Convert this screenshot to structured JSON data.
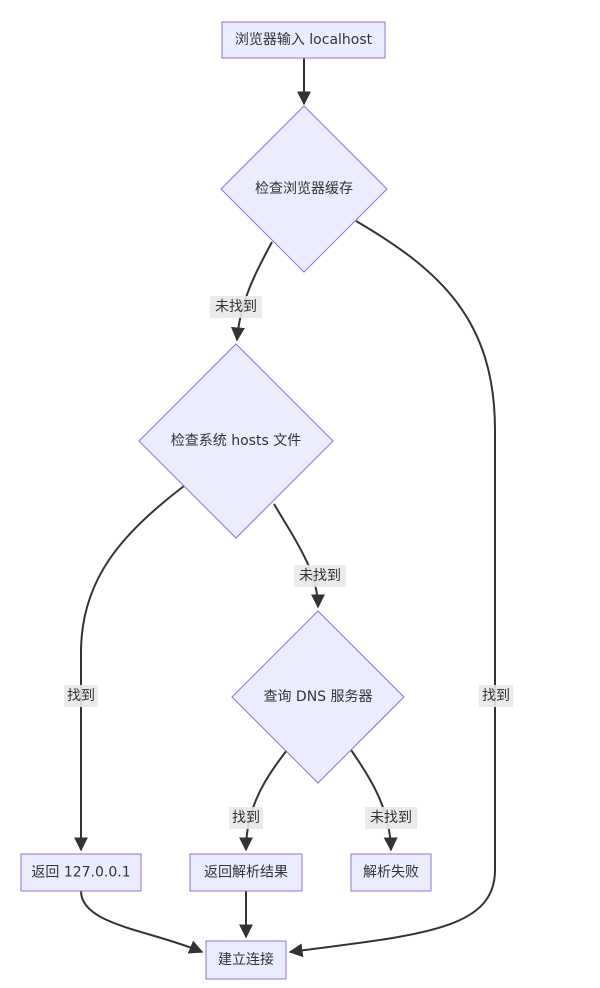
{
  "diagram": {
    "type": "flowchart",
    "colors": {
      "node_fill": "#ECECFF",
      "node_stroke": "#9370DB",
      "edge": "#333333",
      "label_bg": "#e8e8e8"
    },
    "nodes": {
      "start": {
        "label": "浏览器输入 localhost",
        "shape": "rect"
      },
      "cache": {
        "label": "检查浏览器缓存",
        "shape": "diamond"
      },
      "hosts": {
        "label": "检查系统 hosts 文件",
        "shape": "diamond"
      },
      "dns": {
        "label": "查询 DNS 服务器",
        "shape": "diamond"
      },
      "loopback": {
        "label": "返回 127.0.0.1",
        "shape": "rect"
      },
      "resolved": {
        "label": "返回解析结果",
        "shape": "rect"
      },
      "failed": {
        "label": "解析失败",
        "shape": "rect"
      },
      "connect": {
        "label": "建立连接",
        "shape": "rect"
      }
    },
    "edges": {
      "start_cache": {
        "from": "start",
        "to": "cache",
        "label": ""
      },
      "cache_hosts": {
        "from": "cache",
        "to": "hosts",
        "label": "未找到"
      },
      "cache_connect": {
        "from": "cache",
        "to": "connect",
        "label": "找到"
      },
      "hosts_loopback": {
        "from": "hosts",
        "to": "loopback",
        "label": "找到"
      },
      "hosts_dns": {
        "from": "hosts",
        "to": "dns",
        "label": "未找到"
      },
      "dns_resolved": {
        "from": "dns",
        "to": "resolved",
        "label": "找到"
      },
      "dns_failed": {
        "from": "dns",
        "to": "failed",
        "label": "未找到"
      },
      "loopback_connect": {
        "from": "loopback",
        "to": "connect",
        "label": ""
      },
      "resolved_connect": {
        "from": "resolved",
        "to": "connect",
        "label": ""
      }
    }
  }
}
